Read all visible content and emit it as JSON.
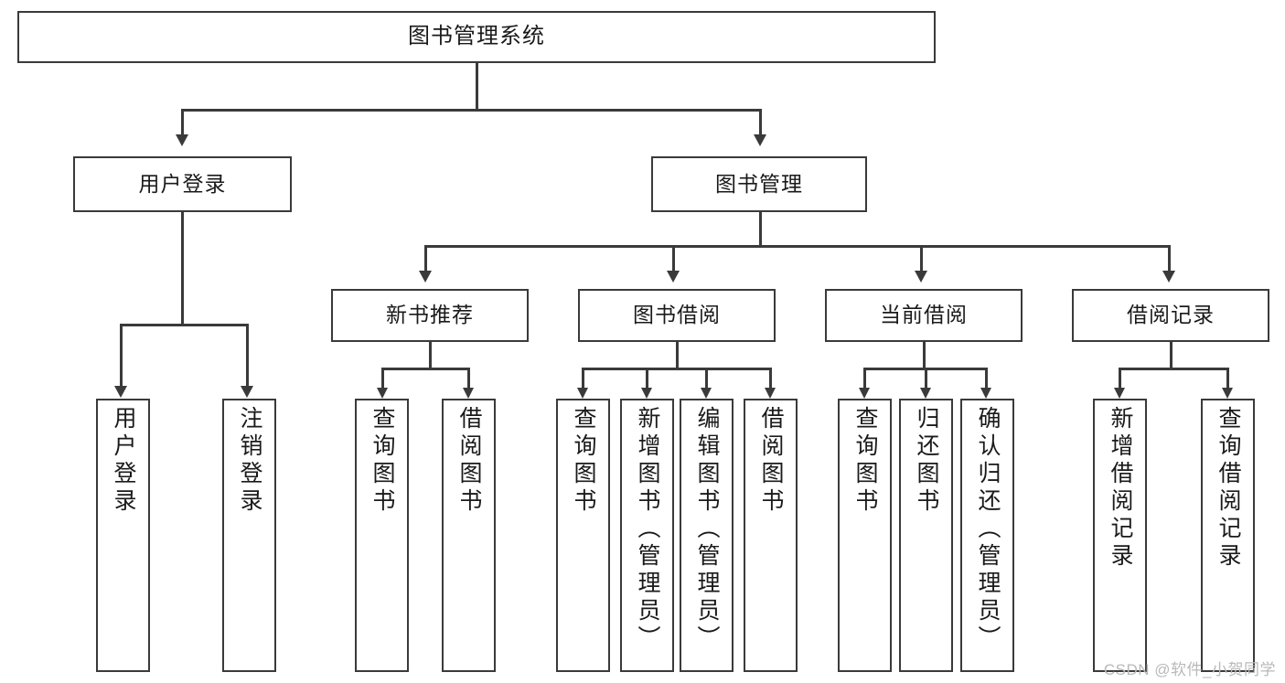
{
  "diagram": {
    "type": "tree-hierarchy",
    "title": "图书管理系统",
    "watermark": "CSDN @软件_小贺同学",
    "colors": {
      "stroke": "#3a3a3a",
      "fill": "#ffffff",
      "text": "#1a1a1a",
      "watermark": "#b9b9b9"
    },
    "root": {
      "label": "图书管理系统"
    },
    "level2": [
      {
        "label": "用户登录"
      },
      {
        "label": "图书管理"
      }
    ],
    "level3": [
      {
        "label": "新书推荐"
      },
      {
        "label": "图书借阅"
      },
      {
        "label": "当前借阅"
      },
      {
        "label": "借阅记录"
      }
    ],
    "leaves": {
      "user_login": [
        {
          "label": "用户登录"
        },
        {
          "label": "注销登录"
        }
      ],
      "new_book_recommend": [
        {
          "label": "查询图书"
        },
        {
          "label": "借阅图书"
        }
      ],
      "book_borrow": [
        {
          "label": "查询图书"
        },
        {
          "label": "新增图书（管理员）"
        },
        {
          "label": "编辑图书（管理员）"
        },
        {
          "label": "借阅图书"
        }
      ],
      "current_borrow": [
        {
          "label": "查询图书"
        },
        {
          "label": "归还图书"
        },
        {
          "label": "确认归还（管理员）"
        }
      ],
      "borrow_record": [
        {
          "label": "新增借阅记录"
        },
        {
          "label": "查询借阅记录"
        }
      ]
    }
  }
}
